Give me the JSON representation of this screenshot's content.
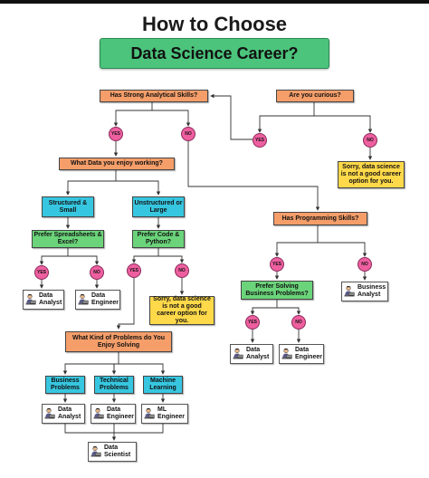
{
  "title": {
    "line1": "How to Choose",
    "line2": "Data Science Career?"
  },
  "questions": {
    "analytical": "Has Strong Analytical Skills?",
    "curious": "Are you curious?",
    "data_type": "What Data you enjoy working?",
    "programming": "Has Programming Skills?",
    "problems": "What Kind of Problems do You Enjoy Solving"
  },
  "data_kinds": {
    "structured": "Structured & Small",
    "unstructured": "Unstructured or Large"
  },
  "preferences": {
    "spreadsheets": "Prefer Spreadsheets & Excel?",
    "code": "Prefer Code & Python?",
    "business": "Prefer Solving Business Problems?"
  },
  "problem_types": {
    "business": "Business Problems",
    "technical": "Technical Problems",
    "ml": "Machine Learning"
  },
  "answers": {
    "yes": "YES",
    "no": "NO"
  },
  "notes": {
    "sorry_right": "Sorry, data science is not a good career option for you.",
    "sorry_middle": "Sorry, data science is not a good career option for you."
  },
  "roles": {
    "data_analyst": "Data Analyst",
    "data_engineer": "Data Engineer",
    "business_analyst": "Business Analyst",
    "ml_engineer": "ML Engineer",
    "data_scientist": "Data Scientist"
  },
  "colors": {
    "title_box": "#4cc47c",
    "question": "#f59e6a",
    "preference": "#6bd47a",
    "category": "#37c6e0",
    "note": "#ffd94a",
    "answer": "#ee5fa0",
    "connector": "#333333"
  },
  "icons": {
    "role_icon": "person-at-laptop-icon"
  }
}
